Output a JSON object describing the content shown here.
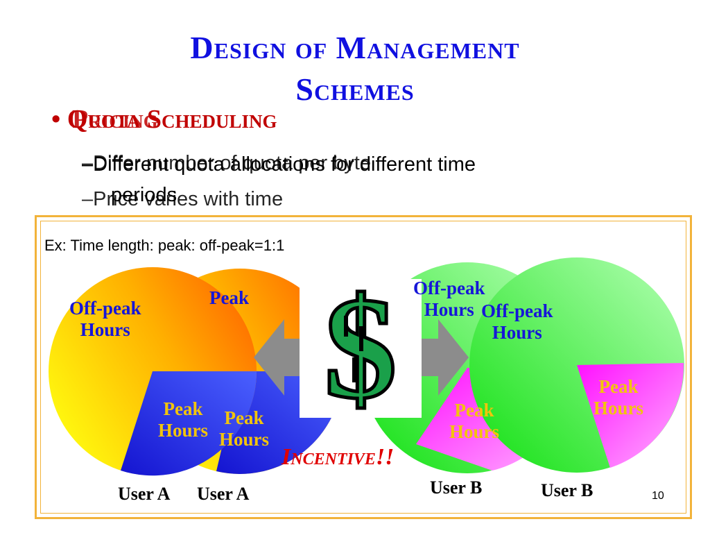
{
  "slide": {
    "title_line1": "Design of Management",
    "title_line2": "Schemes",
    "bullet_a": "Quota Scheduling",
    "bullet_b": "Pricing",
    "sub_a1": "–Different quota allocations for different time",
    "sub_a2": "periods",
    "sub_b1": "–Price varies with time",
    "sub_b2": "–Differ number of quota per byte",
    "example": "Ex: Time length:  peak: off-peak=1:1",
    "incentive": "Incentive!!",
    "page_number": "10"
  },
  "pies": {
    "user_a_left": {
      "off_peak": "Off-peak\nHours",
      "peak": "Peak\nHours",
      "user": "User A"
    },
    "user_a_right": {
      "off_peak": "Peak",
      "peak": "Peak\nHours",
      "user": "User A"
    },
    "user_b_left": {
      "off_peak": "Off-peak\nHours",
      "peak": "Peak\nHours",
      "user": "User B"
    },
    "user_b_right": {
      "off_peak": "Off-peak\nHours",
      "peak": "Peak\nHours",
      "user": "User B"
    }
  },
  "icons": {
    "dollar": "dollar-sign-icon",
    "arrow_left": "arrow-left-icon",
    "arrow_right": "arrow-right-icon"
  },
  "colors": {
    "title": "#1010e0",
    "bullet": "#c00000",
    "frame": "#f2b33a",
    "incentive": "#e00000",
    "arrow": "#8c8c8c",
    "dollar": "#1aa04a"
  }
}
